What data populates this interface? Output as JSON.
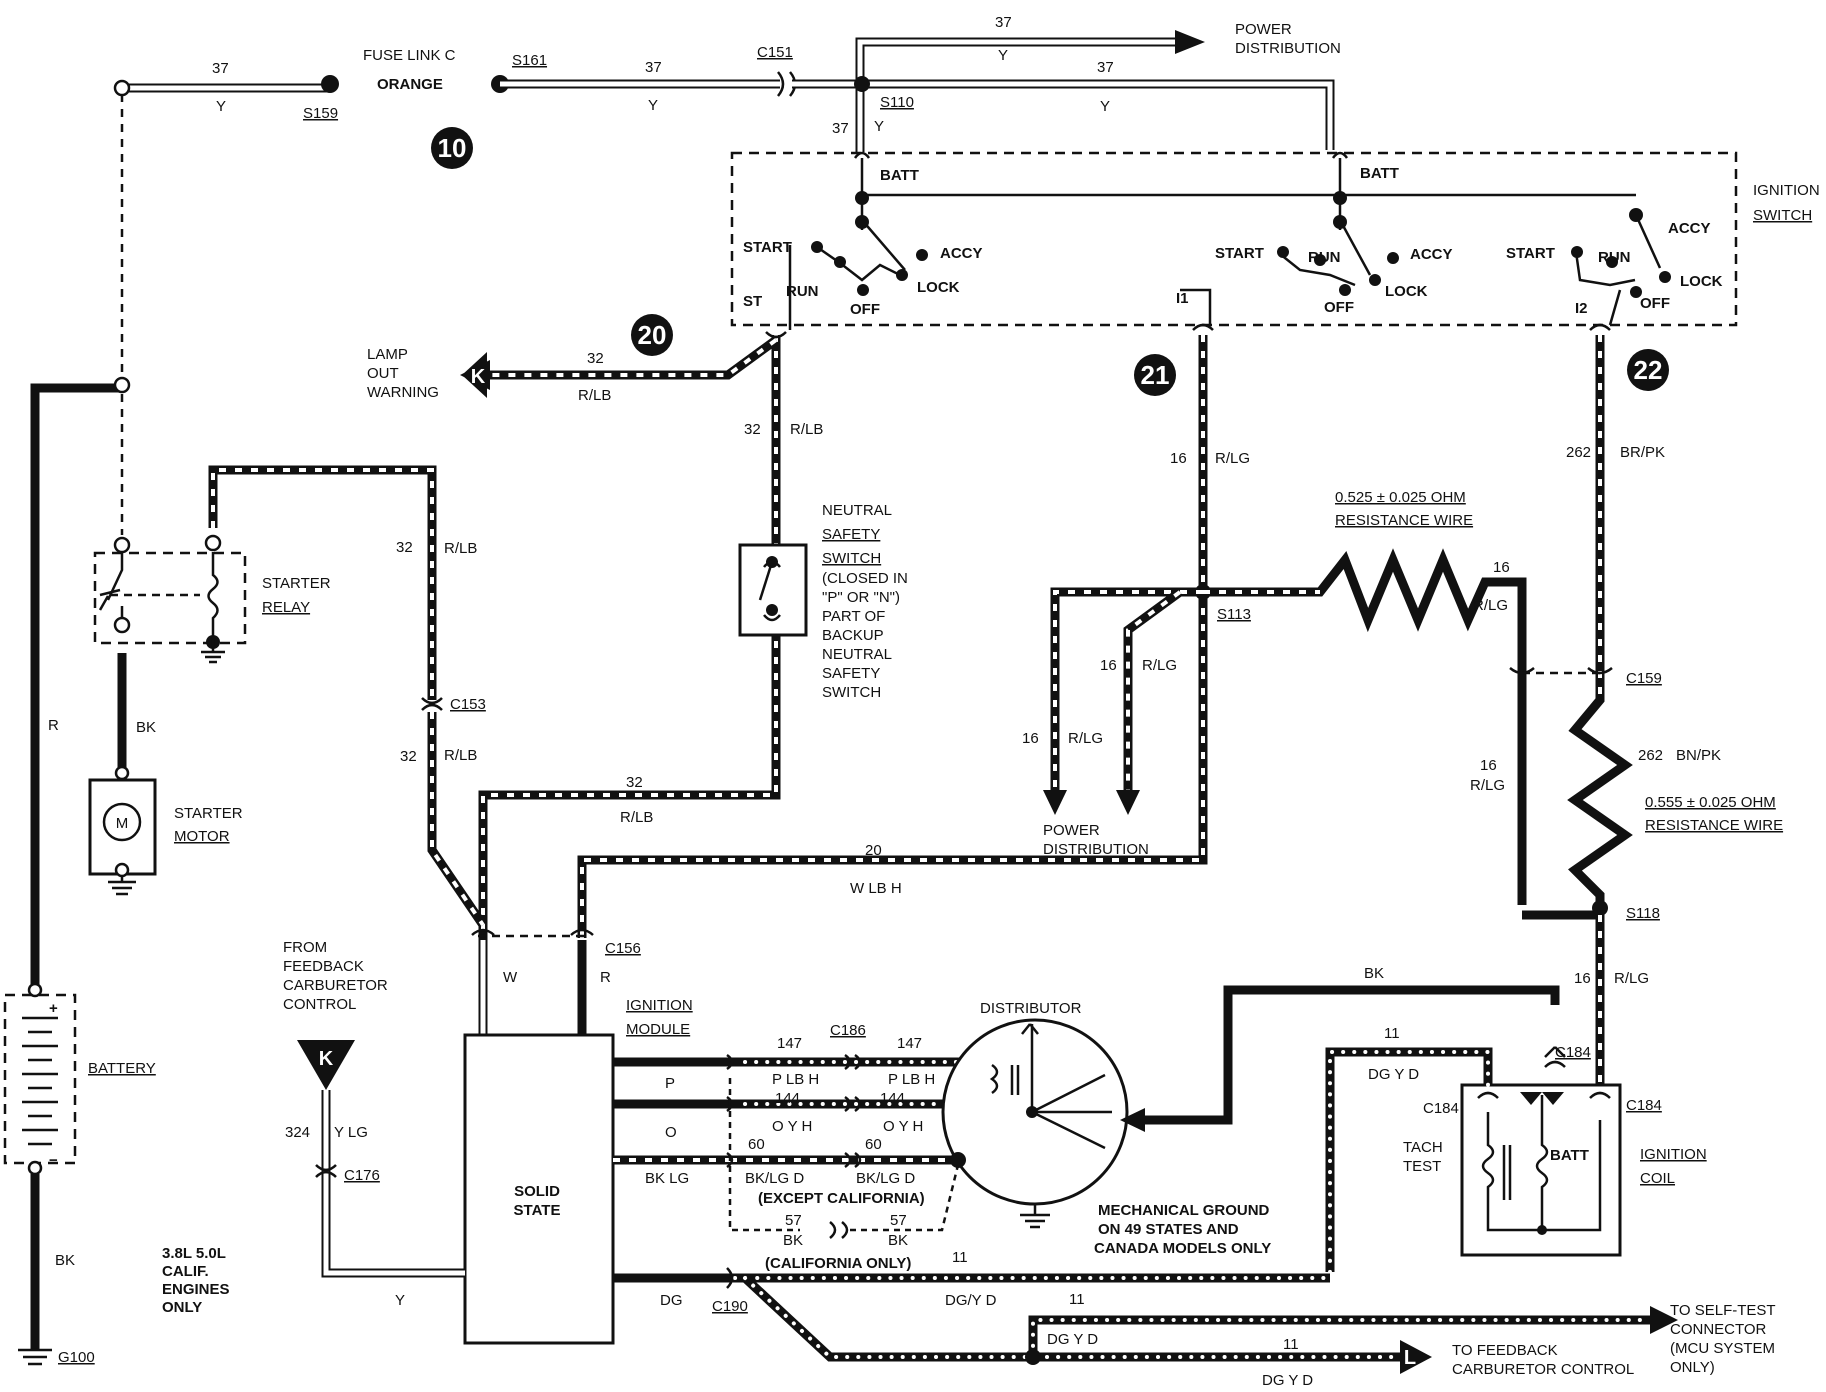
{
  "diagram": {
    "wire_labels": {
      "w37_top": "37",
      "y_top": "Y",
      "w37_left": "37",
      "y_left": "Y",
      "w37_mid": "37",
      "y_mid": "Y",
      "w37_right": "37",
      "y_right": "Y",
      "w37_vert": "37",
      "y_vert": "Y",
      "w32_lamp": "32",
      "rlb_lamp": "R/LB",
      "w32_vert": "32",
      "rlb_vert": "R/LB",
      "w32_relay": "32",
      "rlb_relay": "R/LB",
      "w32_c153": "32",
      "rlb_c153": "R/LB",
      "w32_bottom": "32",
      "rlb_bottom": "R/LB",
      "w16_21": "16",
      "rlg_21": "R/LG",
      "w16_pd1": "16",
      "rlg_pd1": "R/LG",
      "w16_pd2": "16",
      "rlg_pd2": "R/LG",
      "w16_res": "16",
      "rlg_res": "R/LG",
      "w16_mid": "16",
      "rlg_mid": "R/LG",
      "w16_coil": "16",
      "rlg_coil": "R/LG",
      "w262_top": "262",
      "brpk": "BR/PK",
      "w262_res": "262",
      "bnpk": "BN/PK",
      "w20": "20",
      "wlbh": "W LB H",
      "r_batt": "R",
      "bk_batt": "BK",
      "bk_starter": "BK",
      "w_module": "W",
      "r_module": "R",
      "w324": "324",
      "ylg": "Y LG",
      "y_module": "Y",
      "p": "P",
      "o": "O",
      "bklg": "BK LG",
      "dg": "DG",
      "w147_a": "147",
      "plbh_a": "P LB H",
      "w147_b": "147",
      "plbh_b": "P LB H",
      "w144_a": "144",
      "oyh_a": "O Y H",
      "w144_b": "144",
      "oyh_b": "O Y H",
      "w60_a": "60",
      "bklgd_a": "BK/LG D",
      "w60_b": "60",
      "bklgd_b": "BK/LG D",
      "except_cal": "(EXCEPT CALIFORNIA)",
      "w57_a": "57",
      "bk57_a": "BK",
      "w57_b": "57",
      "bk57_b": "BK",
      "cal_only": "(CALIFORNIA ONLY)",
      "bk_coil": "BK",
      "w11_tach": "11",
      "dgyd_tach": "DG Y D",
      "w11_bottom": "11",
      "dgyd_bottom": "DG/Y D",
      "w11_selftest": "11",
      "dgyd_selftest": "DG Y D",
      "w11_feedback": "11",
      "dgyd_feedback": "DG Y D"
    },
    "connectors": {
      "s159": "S159",
      "s161": "S161",
      "c151": "C151",
      "s110": "S110",
      "c153": "C153",
      "c156": "C156",
      "c176": "C176",
      "c186": "C186",
      "c190": "C190",
      "s113": "S113",
      "c159": "C159",
      "s118": "S118",
      "c184_top": "C184",
      "c184_left": "C184",
      "c184_right": "C184",
      "g100": "G100"
    },
    "components": {
      "fuse_link": "FUSE LINK C",
      "fuse_color": "ORANGE",
      "power_distribution_top": [
        "POWER",
        "DISTRIBUTION"
      ],
      "ignition_switch": [
        "IGNITION",
        "SWITCH"
      ],
      "batt_1": "BATT",
      "batt_2": "BATT",
      "start_1": "START",
      "run_1": "RUN",
      "off_1": "OFF",
      "lock_1": "LOCK",
      "accy_1": "ACCY",
      "st": "ST",
      "start_2": "START",
      "run_2": "RUN",
      "off_2": "OFF",
      "lock_2": "LOCK",
      "accy_2": "ACCY",
      "i1": "I1",
      "start_3": "START",
      "run_3": "RUN",
      "off_3": "OFF",
      "lock_3": "LOCK",
      "accy_3": "ACCY",
      "i2": "I2",
      "lamp_out": [
        "LAMP",
        "OUT",
        "WARNING"
      ],
      "starter_relay": [
        "STARTER",
        "RELAY"
      ],
      "starter_motor": [
        "STARTER",
        "MOTOR"
      ],
      "motor_symbol": "M",
      "neutral_switch": [
        "NEUTRAL",
        "SAFETY",
        "SWITCH",
        "(CLOSED IN",
        "\"P\" OR \"N\")",
        "PART OF",
        "BACKUP",
        "NEUTRAL",
        "SAFETY",
        "SWITCH"
      ],
      "resistance_wire_1": [
        "0.525 ± 0.025 OHM",
        "RESISTANCE WIRE"
      ],
      "resistance_wire_2": [
        "0.555 ± 0.025 OHM",
        "RESISTANCE WIRE"
      ],
      "power_distribution_mid": [
        "POWER",
        "DISTRIBUTION"
      ],
      "battery": "BATTERY",
      "battery_plus": "+",
      "battery_minus": "−",
      "feedback_from": [
        "FROM",
        "FEEDBACK",
        "CARBURETOR",
        "CONTROL"
      ],
      "ignition_module": [
        "IGNITION",
        "MODULE"
      ],
      "solid_state": [
        "SOLID",
        "STATE"
      ],
      "distributor": "DISTRIBUTOR",
      "mech_ground": [
        "MECHANICAL GROUND",
        "ON 49 STATES AND",
        "CANADA MODELS ONLY"
      ],
      "tach_test": [
        "TACH",
        "TEST"
      ],
      "coil_batt": "BATT",
      "ignition_coil": [
        "IGNITION",
        "COIL"
      ],
      "calif_engines": [
        "3.8L 5.0L",
        "CALIF.",
        "ENGINES",
        "ONLY"
      ],
      "self_test": [
        "TO SELF-TEST",
        "CONNECTOR",
        "(MCU SYSTEM",
        "ONLY)"
      ],
      "feedback_to": [
        "TO FEEDBACK",
        "CARBURETOR CONTROL"
      ]
    },
    "badges": {
      "b10": "10",
      "b20": "20",
      "b21": "21",
      "b22": "22"
    },
    "flags": {
      "k_lamp": "K",
      "k_feedback": "K",
      "l_feedback": "L"
    }
  }
}
